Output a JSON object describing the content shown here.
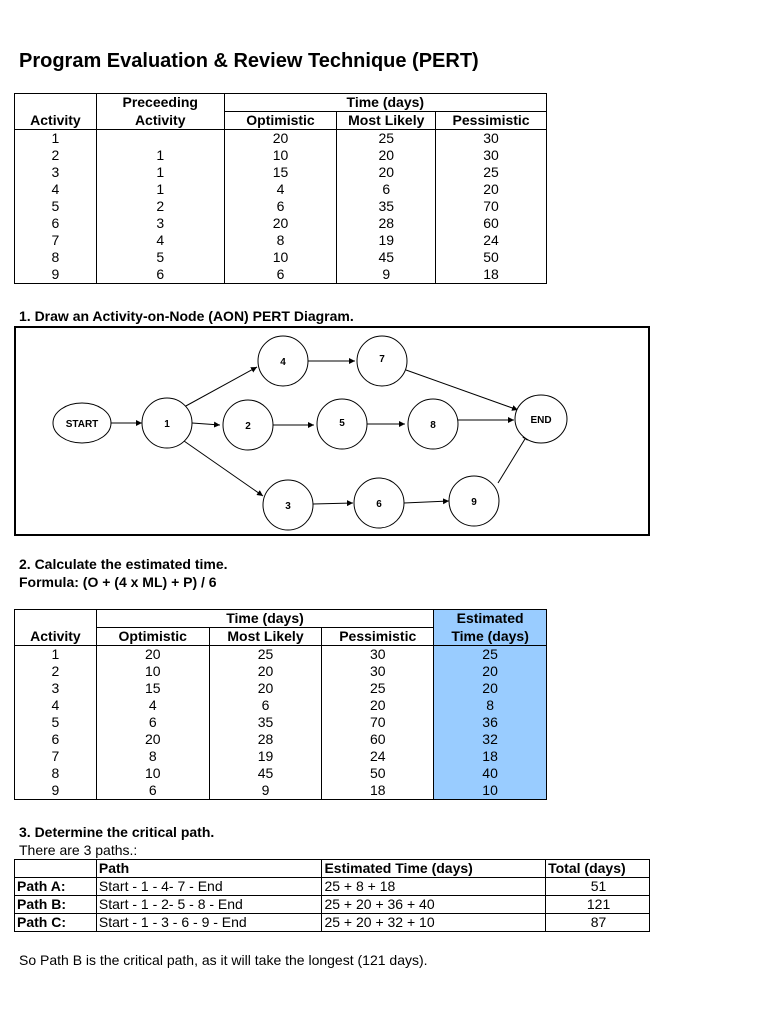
{
  "title": "Program Evaluation & Review Technique (PERT)",
  "table1": {
    "headers": {
      "activity": "Activity",
      "preceding_line1": "Preceeding",
      "preceding_line2": "Activity",
      "time": "Time (days)",
      "optimistic": "Optimistic",
      "most_likely": "Most Likely",
      "pessimistic": "Pessimistic"
    },
    "rows": [
      {
        "activity": "1",
        "preceding": "",
        "o": "20",
        "ml": "25",
        "p": "30"
      },
      {
        "activity": "2",
        "preceding": "1",
        "o": "10",
        "ml": "20",
        "p": "30"
      },
      {
        "activity": "3",
        "preceding": "1",
        "o": "15",
        "ml": "20",
        "p": "25"
      },
      {
        "activity": "4",
        "preceding": "1",
        "o": "4",
        "ml": "6",
        "p": "20"
      },
      {
        "activity": "5",
        "preceding": "2",
        "o": "6",
        "ml": "35",
        "p": "70"
      },
      {
        "activity": "6",
        "preceding": "3",
        "o": "20",
        "ml": "28",
        "p": "60"
      },
      {
        "activity": "7",
        "preceding": "4",
        "o": "8",
        "ml": "19",
        "p": "24"
      },
      {
        "activity": "8",
        "preceding": "5",
        "o": "10",
        "ml": "45",
        "p": "50"
      },
      {
        "activity": "9",
        "preceding": "6",
        "o": "6",
        "ml": "9",
        "p": "18"
      }
    ]
  },
  "step1": "1. Draw an Activity-on-Node (AON) PERT Diagram.",
  "diagram": {
    "nodes": {
      "start": "START",
      "n1": "1",
      "n2": "2",
      "n3": "3",
      "n4": "4",
      "n5": "5",
      "n6": "6",
      "n7": "7",
      "n8": "8",
      "n9": "9",
      "end": "END"
    }
  },
  "step2": "2. Calculate the estimated time.",
  "formula": "Formula: (O + (4 x ML) + P) / 6",
  "table2": {
    "headers": {
      "activity": "Activity",
      "time": "Time (days)",
      "optimistic": "Optimistic",
      "most_likely": "Most Likely",
      "pessimistic": "Pessimistic",
      "estimated_line1": "Estimated",
      "estimated_line2": "Time (days)"
    },
    "rows": [
      {
        "activity": "1",
        "o": "20",
        "ml": "25",
        "p": "30",
        "est": "25"
      },
      {
        "activity": "2",
        "o": "10",
        "ml": "20",
        "p": "30",
        "est": "20"
      },
      {
        "activity": "3",
        "o": "15",
        "ml": "20",
        "p": "25",
        "est": "20"
      },
      {
        "activity": "4",
        "o": "4",
        "ml": "6",
        "p": "20",
        "est": "8"
      },
      {
        "activity": "5",
        "o": "6",
        "ml": "35",
        "p": "70",
        "est": "36"
      },
      {
        "activity": "6",
        "o": "20",
        "ml": "28",
        "p": "60",
        "est": "32"
      },
      {
        "activity": "7",
        "o": "8",
        "ml": "19",
        "p": "24",
        "est": "18"
      },
      {
        "activity": "8",
        "o": "10",
        "ml": "45",
        "p": "50",
        "est": "40"
      },
      {
        "activity": "9",
        "o": "6",
        "ml": "9",
        "p": "18",
        "est": "10"
      }
    ],
    "highlight_color": "#99ccff"
  },
  "step3": "3. Determine the critical path.",
  "paths_intro": "There are 3 paths.:",
  "table3": {
    "headers": {
      "path": "Path",
      "estimated": "Estimated Time (days)",
      "total": "Total (days)"
    },
    "rows": [
      {
        "label": "Path A:",
        "path": "Start - 1 - 4- 7 - End",
        "estimated": "25 + 8 + 18",
        "total": "51"
      },
      {
        "label": "Path B:",
        "path": "Start - 1 - 2- 5 - 8 - End",
        "estimated": "25 + 20 + 36 + 40",
        "total": "121"
      },
      {
        "label": "Path C:",
        "path": "Start - 1 - 3 - 6 - 9 - End",
        "estimated": "25 + 20 + 32 + 10",
        "total": "87"
      }
    ]
  },
  "conclusion": "So Path B is the critical path, as it will take the longest (121 days)."
}
